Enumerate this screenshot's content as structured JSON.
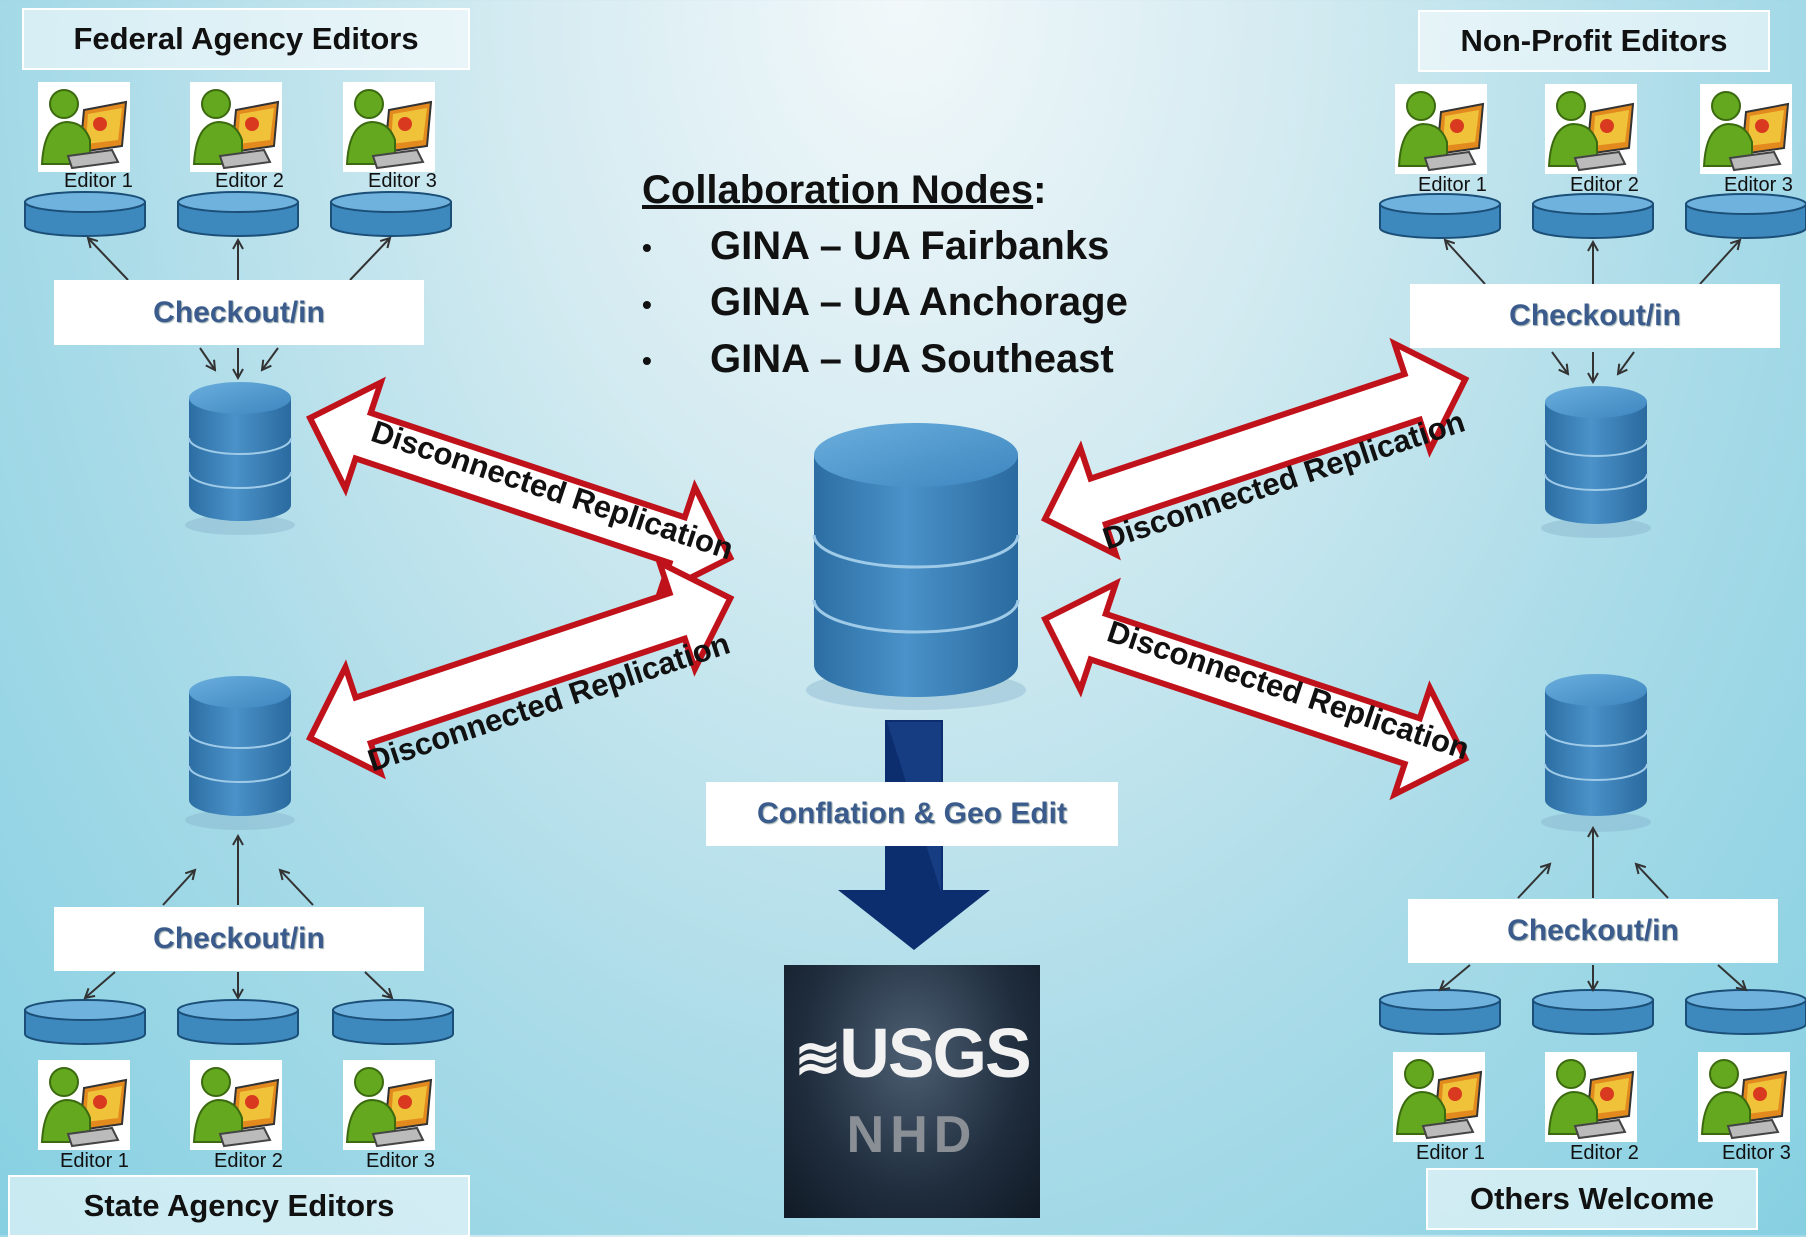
{
  "groups": {
    "federal": {
      "title": "Federal Agency Editors",
      "checkout": "Checkout/in",
      "editors": [
        "Editor 1",
        "Editor 2",
        "Editor 3"
      ]
    },
    "nonprofit": {
      "title": "Non-Profit Editors",
      "checkout": "Checkout/in",
      "editors": [
        "Editor 1",
        "Editor 2",
        "Editor 3"
      ]
    },
    "state": {
      "title": "State Agency Editors",
      "checkout": "Checkout/in",
      "editors": [
        "Editor 1",
        "Editor 2",
        "Editor 3"
      ]
    },
    "others": {
      "title": "Others Welcome",
      "checkout": "Checkout/in",
      "editors": [
        "Editor 1",
        "Editor 2",
        "Editor 3"
      ]
    }
  },
  "collaboration": {
    "title": "Collaboration Nodes",
    "colon": ":",
    "nodes": [
      "GINA – UA Fairbanks",
      "GINA – UA Anchorage",
      "GINA – UA Southeast"
    ]
  },
  "replication_label": "Disconnected Replication",
  "conflation_label": "Conflation & Geo Edit",
  "logo": {
    "usgs": "USGS",
    "nhd": "NHD"
  },
  "colors": {
    "arrow_outline": "#c0121b",
    "db_blue": "#3b82b8",
    "down_arrow": "#0d2e6e",
    "checkout_text": "#3a5b8c"
  }
}
